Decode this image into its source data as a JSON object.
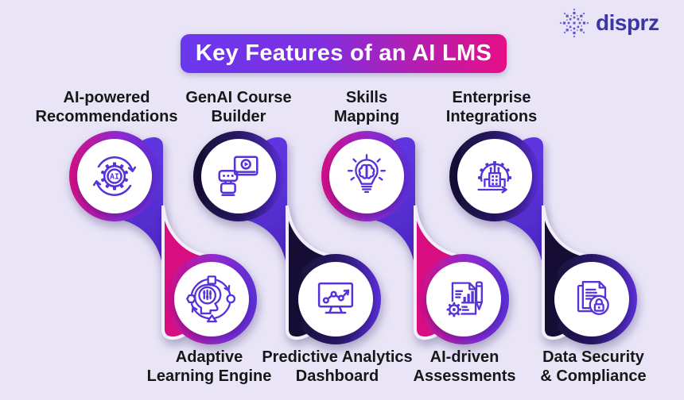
{
  "page": {
    "background_color": "#E9E5F7"
  },
  "header": {
    "title": "Key Features of an AI LMS",
    "title_text_color": "#FFFFFF",
    "title_gradient_left": "#6A38EF",
    "title_gradient_right": "#E60F85",
    "logo": {
      "brand": "disprz",
      "icon": "dotted-starburst",
      "icon_color": "#5F55CE",
      "text_color": "#3C35A6"
    }
  },
  "palette": {
    "background": "#E9E5F7",
    "magenta": "#D50E85",
    "purple": "#5A2ED8",
    "dark_navy": "#140F2E",
    "icon_stroke": "#5633D9",
    "label_color": "#17171A"
  },
  "features": [
    {
      "id": "ai-powered-recommendations",
      "row": "top",
      "label_lines": [
        "AI-powered",
        "Recommendations"
      ],
      "icon": "ai-gear-cycle",
      "icon_text": "AI",
      "ring_style": "magenta-purple"
    },
    {
      "id": "genai-course-builder",
      "row": "top",
      "label_lines": [
        "GenAI Course",
        "Builder"
      ],
      "icon": "robot-video",
      "ring_style": "navy-purple"
    },
    {
      "id": "skills-mapping",
      "row": "top",
      "label_lines": [
        "Skills",
        "Mapping"
      ],
      "icon": "brain-bulb",
      "ring_style": "magenta-purple"
    },
    {
      "id": "enterprise-integrations",
      "row": "top",
      "label_lines": [
        "Enterprise",
        "Integrations"
      ],
      "icon": "gear-building",
      "ring_style": "navy-purple"
    },
    {
      "id": "adaptive-learning-engine",
      "row": "bottom",
      "label_lines": [
        "Adaptive",
        "Learning Engine"
      ],
      "icon": "head-circuit",
      "ring_style": "magenta-purple"
    },
    {
      "id": "predictive-analytics-dashboard",
      "row": "bottom",
      "label_lines": [
        "Predictive Analytics",
        "Dashboard"
      ],
      "icon": "monitor-trend",
      "ring_style": "navy-purple"
    },
    {
      "id": "ai-driven-assessments",
      "row": "bottom",
      "label_lines": [
        "AI-driven",
        "Assessments"
      ],
      "icon": "document-chart-gear",
      "ring_style": "magenta-purple"
    },
    {
      "id": "data-security-compliance",
      "row": "bottom",
      "label_lines": [
        "Data Security",
        "& Compliance"
      ],
      "icon": "document-lock",
      "ring_style": "navy-purple"
    }
  ]
}
